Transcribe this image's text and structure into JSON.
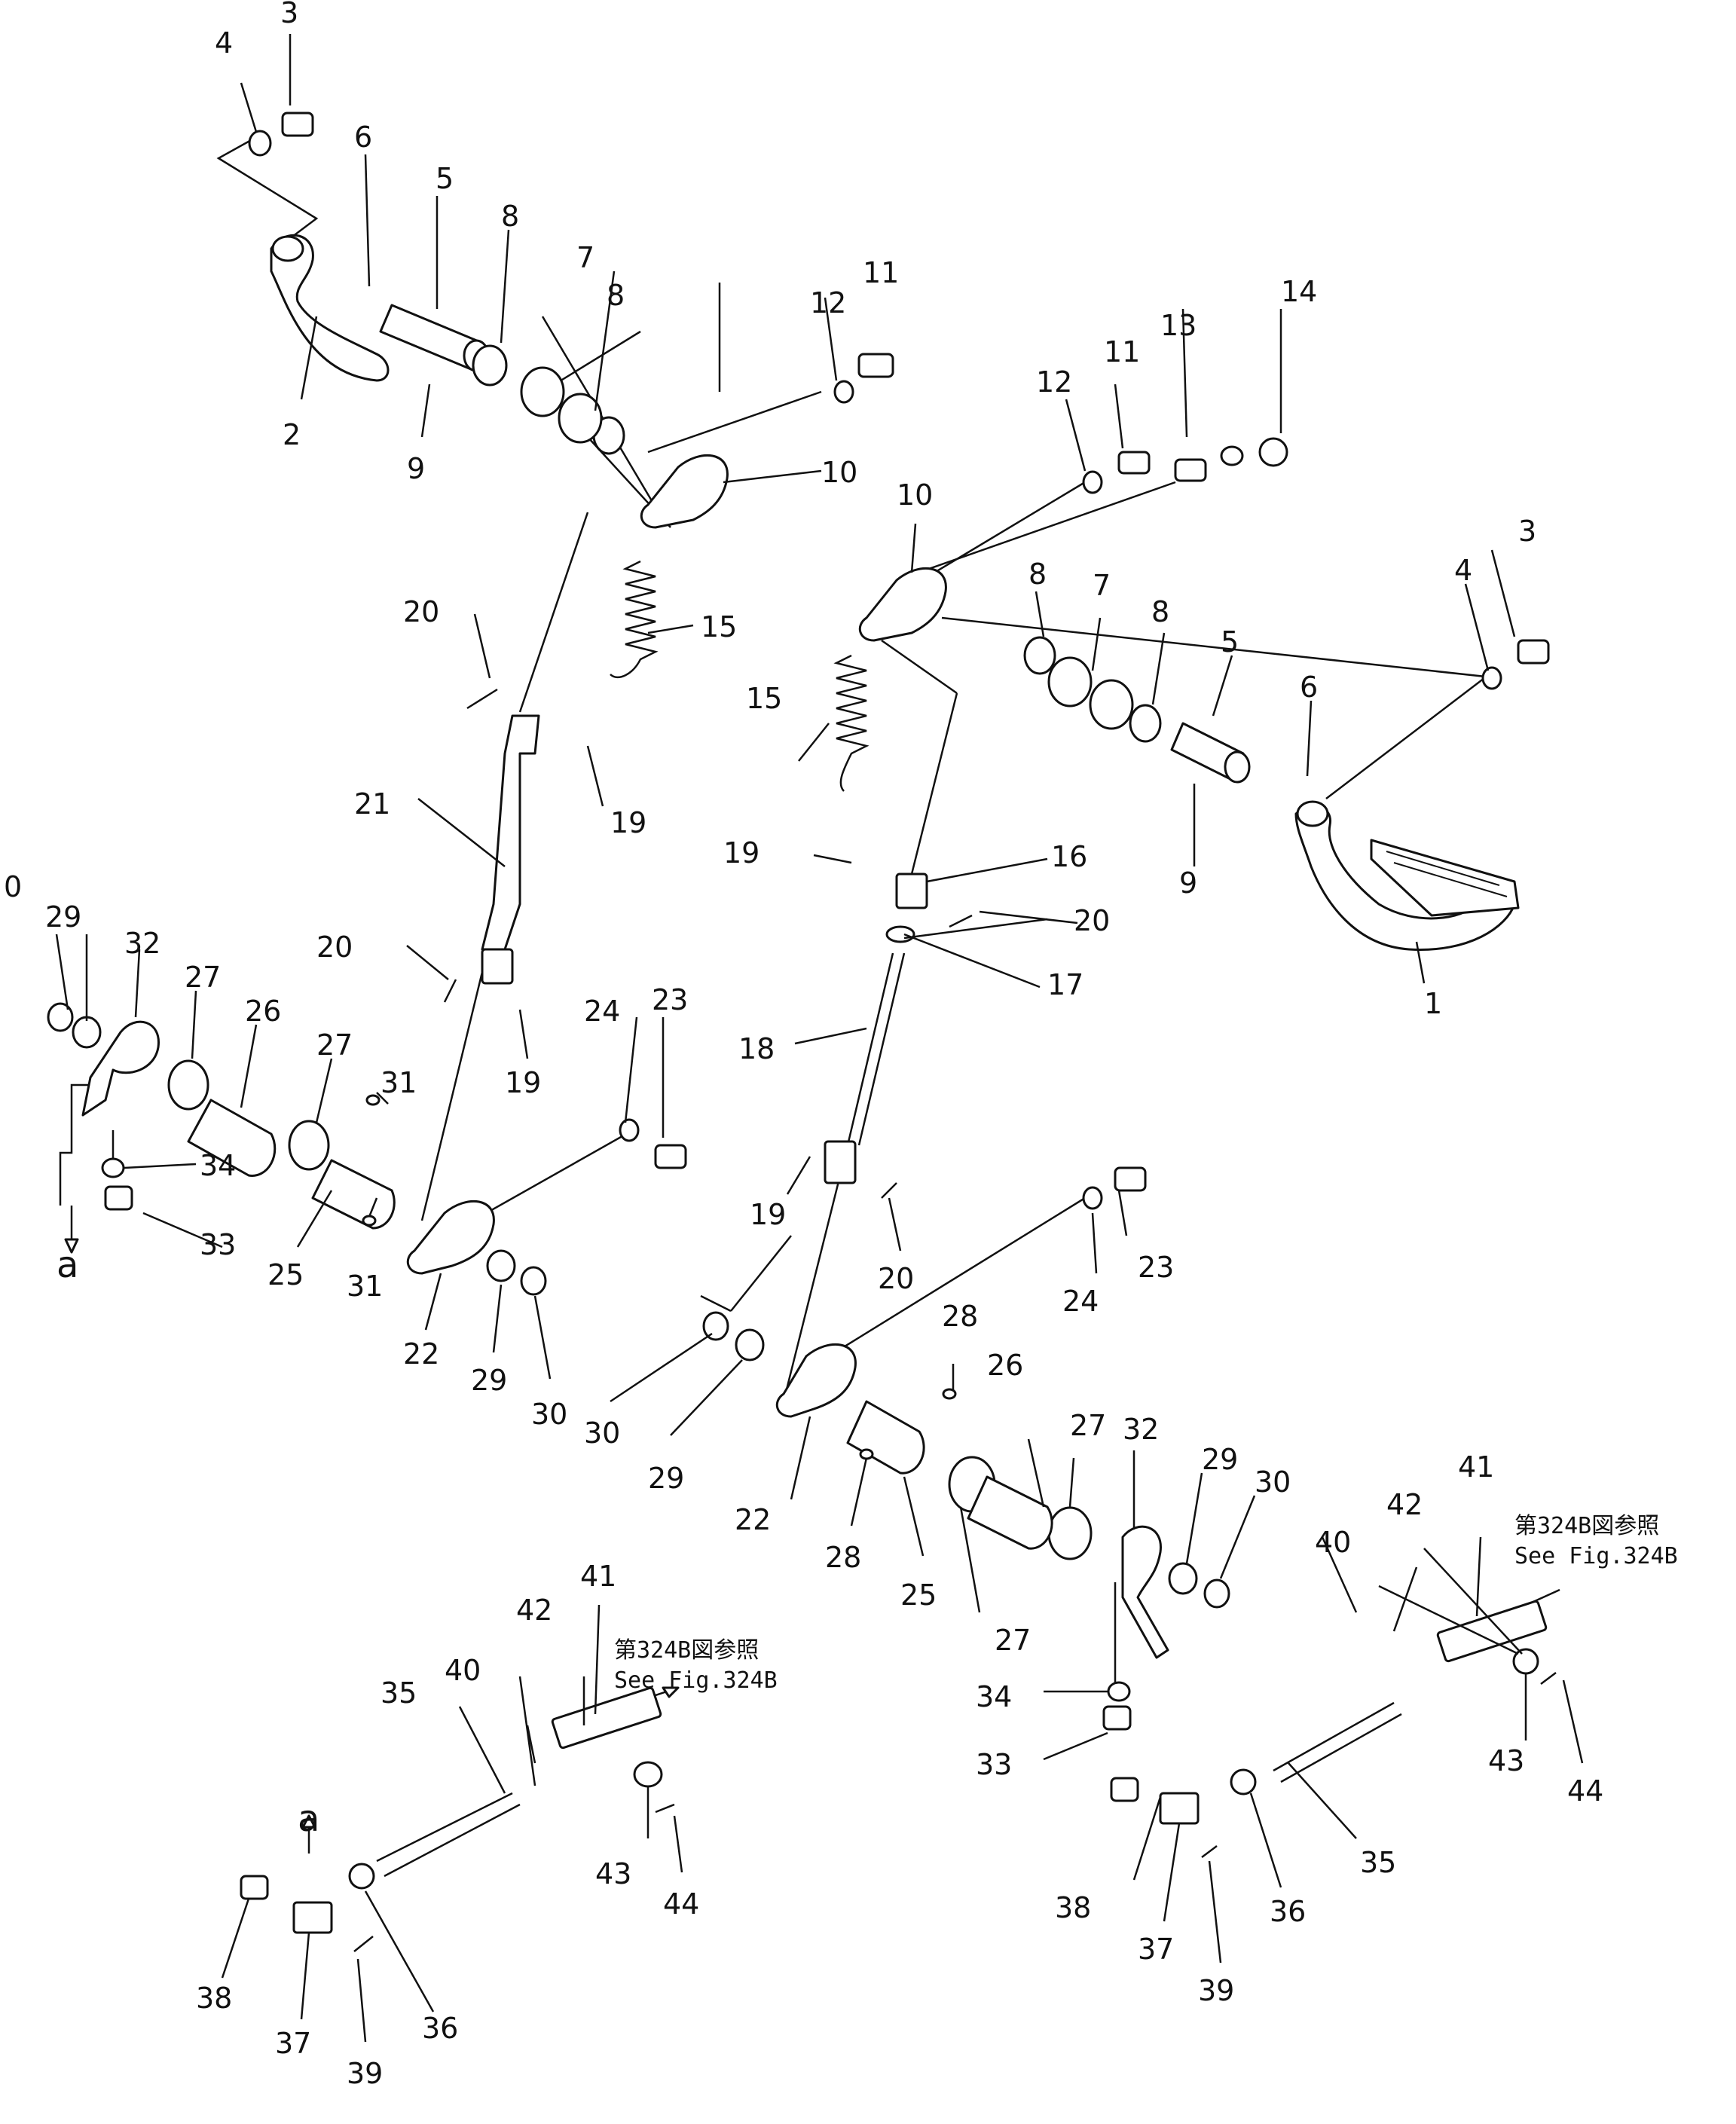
{
  "labels": {
    "n1": "1",
    "n2": "2",
    "n3a": "3",
    "n3b": "3",
    "n4a": "4",
    "n4b": "4",
    "n5a": "5",
    "n5b": "5",
    "n6a": "6",
    "n6b": "6",
    "n7a": "7",
    "n7b": "7",
    "n8a": "8",
    "n8b": "8",
    "n8c": "8",
    "n8d": "8",
    "n9a": "9",
    "n9b": "9",
    "n10a": "10",
    "n10b": "10",
    "n11a": "11",
    "n11b": "11",
    "n12a": "12",
    "n12b": "12",
    "n13": "13",
    "n14": "14",
    "n15a": "15",
    "n15b": "15",
    "n16": "16",
    "n17": "17",
    "n18": "18",
    "n19a": "19",
    "n19b": "19",
    "n19c": "19",
    "n19d": "19",
    "n20a": "20",
    "n20b": "20",
    "n20c": "20",
    "n20d": "20",
    "n21": "21",
    "n22a": "22",
    "n22b": "22",
    "n23a": "23",
    "n23b": "23",
    "n24a": "24",
    "n24b": "24",
    "n25a": "25",
    "n25b": "25",
    "n26a": "26",
    "n26b": "26",
    "n27a": "27",
    "n27b": "27",
    "n27c": "27",
    "n27d": "27",
    "n28a": "28",
    "n28b": "28",
    "n29a": "29",
    "n29b": "29",
    "n29c": "29",
    "n29d": "29",
    "n30a": "0",
    "n30b": "30",
    "n30c": "30",
    "n30d": "30",
    "n31a": "31",
    "n31b": "31",
    "n32a": "32",
    "n32b": "32",
    "n33a": "33",
    "n33b": "33",
    "n34a": "34",
    "n34b": "34",
    "n35a": "35",
    "n35b": "35",
    "n36a": "36",
    "n36b": "36",
    "n37a": "37",
    "n37b": "37",
    "n38a": "38",
    "n38b": "38",
    "n39a": "39",
    "n39b": "39",
    "n40a": "40",
    "n40b": "40",
    "n41a": "41",
    "n41b": "41",
    "n42a": "42",
    "n42b": "42",
    "n43a": "43",
    "n43b": "43",
    "n44a": "44",
    "n44b": "44",
    "ref_a1": "a",
    "ref_a2": "a"
  },
  "notes": {
    "fig_ref_jp_1": "第324B図参照",
    "fig_ref_en_1": "See  Fig.324B",
    "fig_ref_jp_2": "第324B図参照",
    "fig_ref_en_2": "See  Fig.324B"
  }
}
